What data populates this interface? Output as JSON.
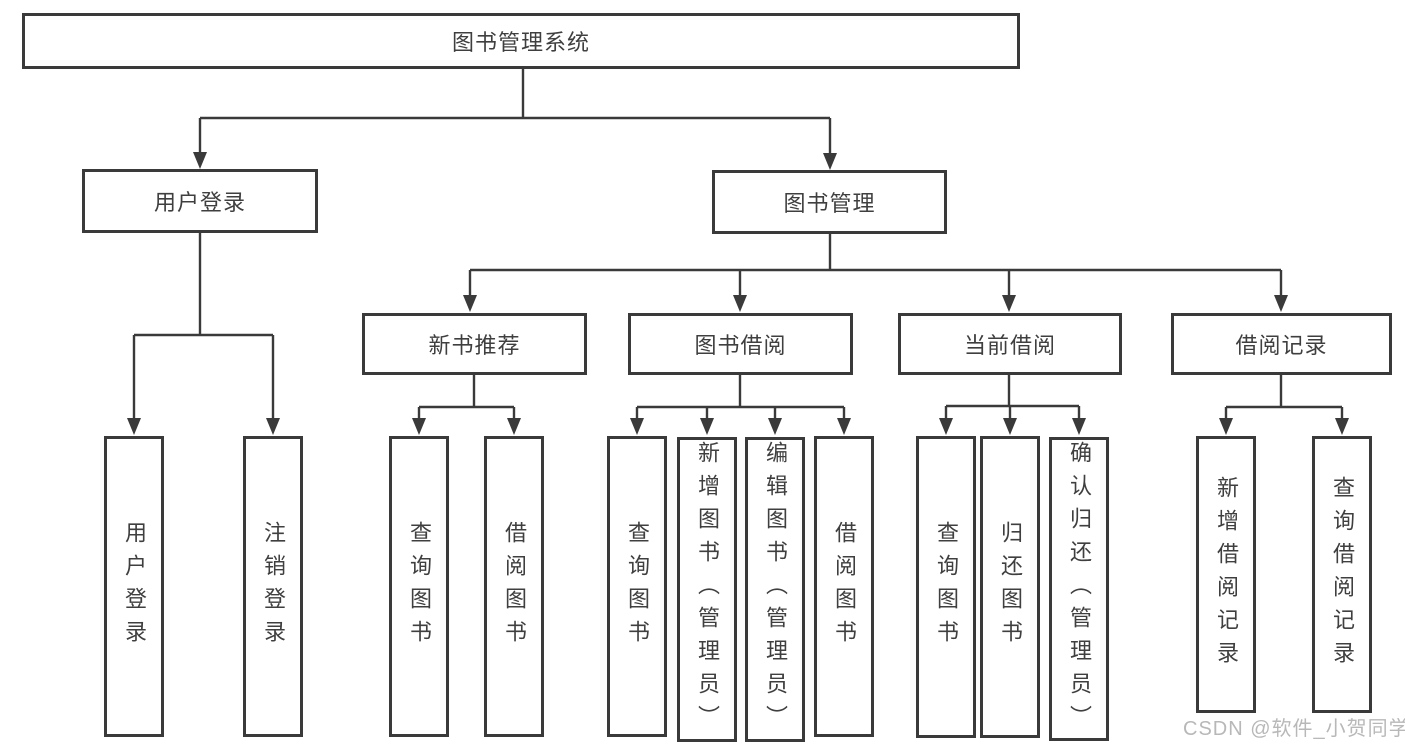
{
  "diagram": {
    "root_label": "图书管理系统",
    "line_color": "#3a3a3a",
    "text_color": "#3f3f3f",
    "user_login": {
      "label": "用户登录",
      "children": [
        "用户登录",
        "注销登录"
      ]
    },
    "book_mgmt": {
      "label": "图书管理",
      "groups": [
        {
          "label": "新书推荐",
          "children": [
            "查询图书",
            "借阅图书"
          ]
        },
        {
          "label": "图书借阅",
          "children": [
            "查询图书",
            "新增图书（管理员）",
            "编辑图书（管理员）",
            "借阅图书"
          ]
        },
        {
          "label": "当前借阅",
          "children": [
            "查询图书",
            "归还图书",
            "确认归还（管理员）"
          ]
        },
        {
          "label": "借阅记录",
          "children": [
            "新增借阅记录",
            "查询借阅记录"
          ]
        }
      ]
    }
  },
  "watermark": {
    "text": "CSDN @软件_小贺同学",
    "color": "#b2b2b2"
  }
}
